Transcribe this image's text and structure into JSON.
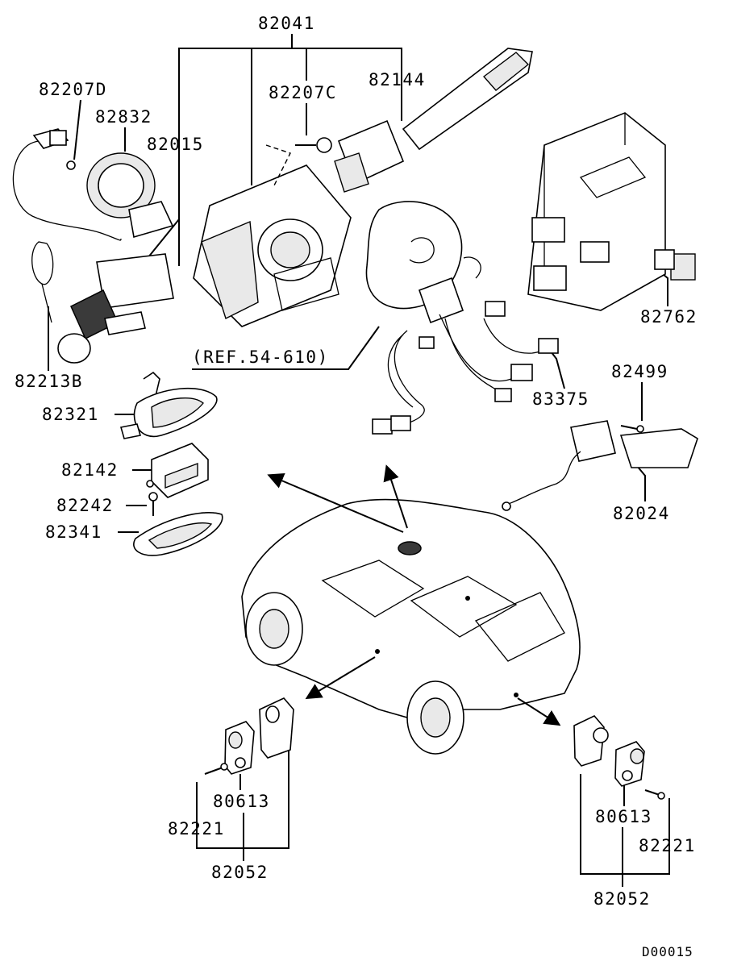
{
  "labels": {
    "p82041": "82041",
    "p82207D": "82207D",
    "p82832": "82832",
    "p82015": "82015",
    "p82207C": "82207C",
    "p82144": "82144",
    "p82762": "82762",
    "p82213B": "82213B",
    "ref": "(REF.54-610)",
    "p83375": "83375",
    "p82321": "82321",
    "p82499": "82499",
    "p82142": "82142",
    "p82242": "82242",
    "p82024": "82024",
    "p82341": "82341",
    "p80613_left": "80613",
    "p82221_left": "82221",
    "p82052_left": "82052",
    "p80613_right": "80613",
    "p82221_right": "82221",
    "p82052_right": "82052",
    "diagram_id": "D00015"
  },
  "colors": {
    "ink": "#000000",
    "paper": "#ffffff"
  }
}
